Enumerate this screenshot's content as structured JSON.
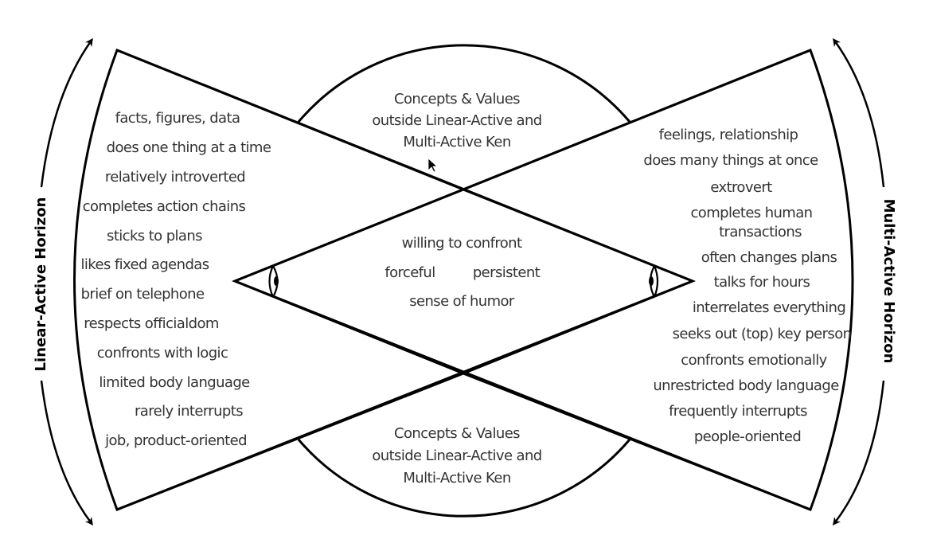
{
  "diagram": {
    "left_horizon_label": "Linear-Active Horizon",
    "right_horizon_label": "Multi-Active Horizon",
    "top_region": {
      "lines": [
        "Concepts & Values",
        "outside Linear-Active and",
        "Multi-Active Ken"
      ]
    },
    "bottom_region": {
      "lines": [
        "Concepts & Values",
        "outside Linear-Active and",
        "Multi-Active Ken"
      ]
    },
    "center_region": {
      "line1": "willing to confront",
      "line2_left": "forceful",
      "line2_right": "persistent",
      "line3": "sense of humor"
    },
    "linear_active_traits": [
      "facts, figures, data",
      "does one thing at a time",
      "relatively introverted",
      "completes action chains",
      "sticks to plans",
      "likes fixed agendas",
      "brief on telephone",
      "respects officialdom",
      "confronts with logic",
      "limited body language",
      "rarely interrupts",
      "job, product-oriented"
    ],
    "multi_active_traits": [
      "feelings, relationship",
      "does many things at once",
      "extrovert",
      "completes human",
      "transactions",
      "often changes plans",
      "talks for hours",
      "interrelates everything",
      "seeks out (top) key person",
      "confronts emotionally",
      "unrestricted body language",
      "frequently interrupts",
      "people-oriented"
    ],
    "icons": {
      "left_eye": "eye-icon",
      "right_eye": "eye-icon",
      "cursor": "mouse-pointer-icon"
    }
  }
}
